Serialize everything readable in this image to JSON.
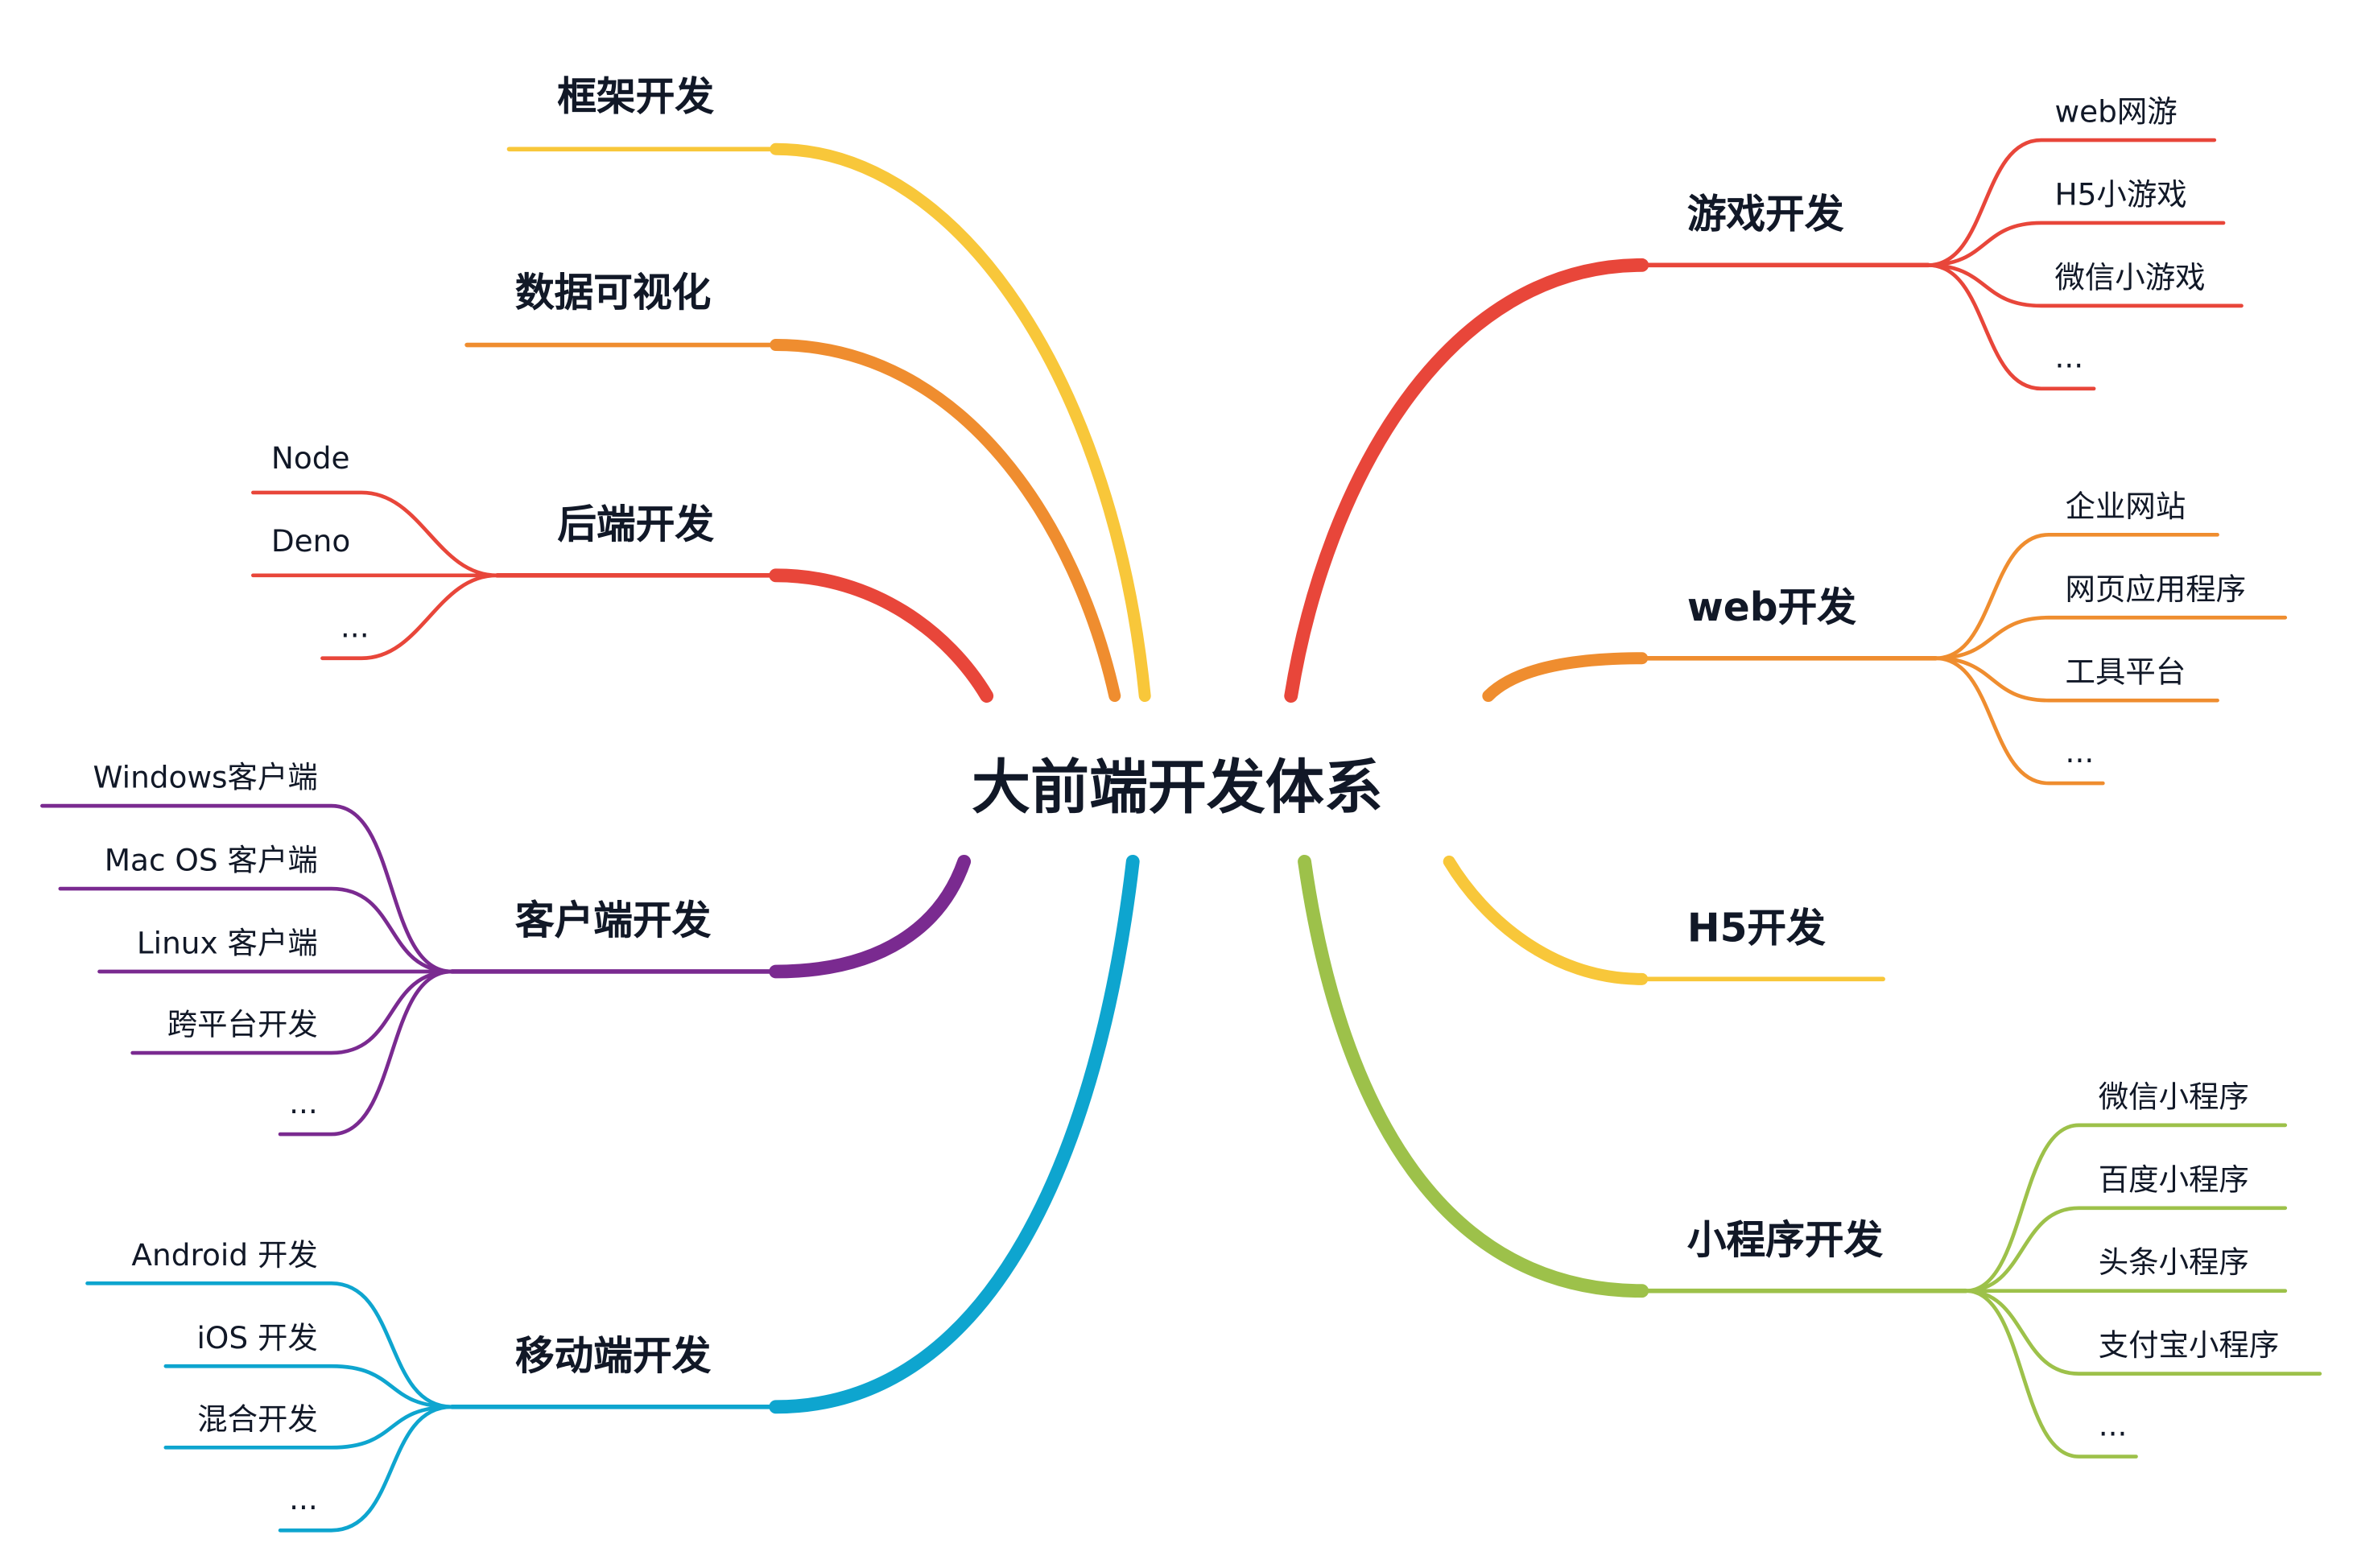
{
  "title": "大前端开发体系",
  "branches": [
    {
      "label": "框架开发",
      "color": "#f8c73a",
      "children": []
    },
    {
      "label": "数据可视化",
      "color": "#ef8d2f",
      "children": []
    },
    {
      "label": "后端开发",
      "color": "#e8463a",
      "children": [
        "Node",
        "Deno",
        "..."
      ]
    },
    {
      "label": "客户端开发",
      "color": "#7a2a90",
      "children": [
        "Windows客户端",
        "Mac OS 客户端",
        "Linux 客户端",
        "跨平台开发",
        "..."
      ]
    },
    {
      "label": "移动端开发",
      "color": "#0ea5cf",
      "children": [
        "Android 开发",
        "iOS 开发",
        "混合开发",
        "..."
      ]
    },
    {
      "label": "游戏开发",
      "color": "#e8463a",
      "children": [
        "web网游",
        "H5小游戏",
        "微信小游戏",
        "..."
      ]
    },
    {
      "label": "web开发",
      "color": "#ef8d2f",
      "children": [
        "企业网站",
        "网页应用程序",
        "工具平台",
        "..."
      ]
    },
    {
      "label": "H5开发",
      "color": "#f8c73a",
      "children": []
    },
    {
      "label": "小程序开发",
      "color": "#9dc14a",
      "children": [
        "微信小程序",
        "百度小程序",
        "头条小程序",
        "支付宝小程序",
        "..."
      ]
    }
  ]
}
